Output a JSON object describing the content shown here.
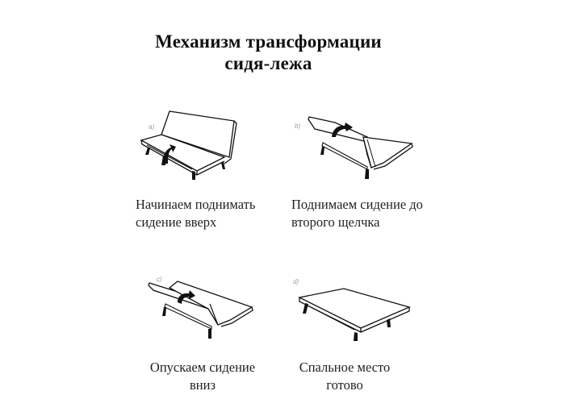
{
  "title": {
    "line1": "Механизм трансформации",
    "line2": "сидя-лежа"
  },
  "steps": [
    {
      "label": "a)",
      "caption_line1": "Начинаем поднимать",
      "caption_line2": "сидение вверх",
      "illustration": "sofa-seated-position-with-lift-arrow"
    },
    {
      "label": "b)",
      "caption_line1": "Поднимаем сидение до",
      "caption_line2": "второго щелчка",
      "illustration": "sofa-seat-raised-with-arrow"
    },
    {
      "label": "c)",
      "caption_line1": "Опускаем сидение",
      "caption_line2": "вниз",
      "illustration": "sofa-seat-lowering-with-arrow"
    },
    {
      "label": "d)",
      "caption_line1": "Спальное место",
      "caption_line2": "готово",
      "illustration": "flat-bed"
    }
  ],
  "colors": {
    "background": "#ffffff",
    "ink": "#111111",
    "label_gray": "#9a9a9a"
  }
}
